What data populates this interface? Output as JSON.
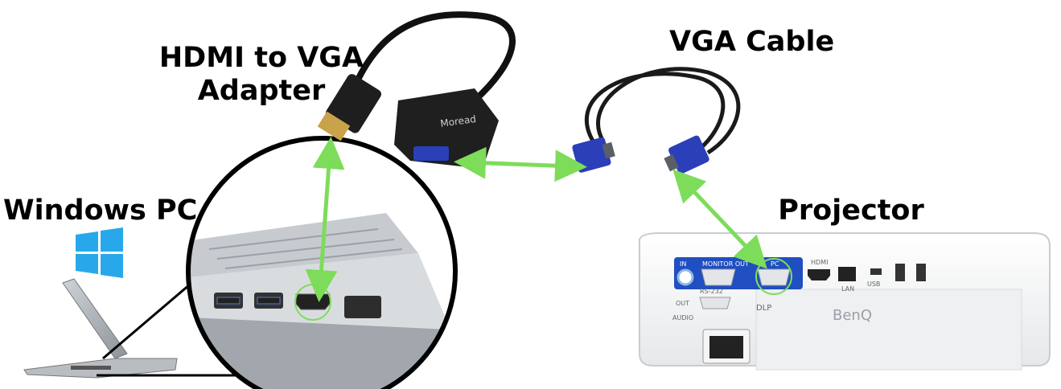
{
  "labels": {
    "adapter_line1": "HDMI to VGA",
    "adapter_line2": "Adapter",
    "vga_cable": "VGA Cable",
    "windows_pc": "Windows PC",
    "projector": "Projector"
  },
  "device_text": {
    "adapter_brand": "Moread",
    "projector_brand": "BenQ",
    "port_in": "IN",
    "port_monitor_out": "MONITOR OUT",
    "port_pc": "PC",
    "port_hdmi": "HDMI",
    "port_lan": "LAN",
    "port_usb": "USB",
    "port_rs232": "RS-232",
    "port_audio": "AUDIO",
    "port_out": "OUT",
    "port_dlp": "DLP"
  },
  "colors": {
    "arrow": "#7ddc5a",
    "highlight_circle": "#7ddc5a",
    "vga_blue": "#2a3fb8",
    "panel_blue": "#1f4fc0",
    "windows_logo": "#28a8ea"
  },
  "icons": [
    "windows-logo-icon",
    "hdmi-port-icon",
    "vga-port-icon"
  ]
}
